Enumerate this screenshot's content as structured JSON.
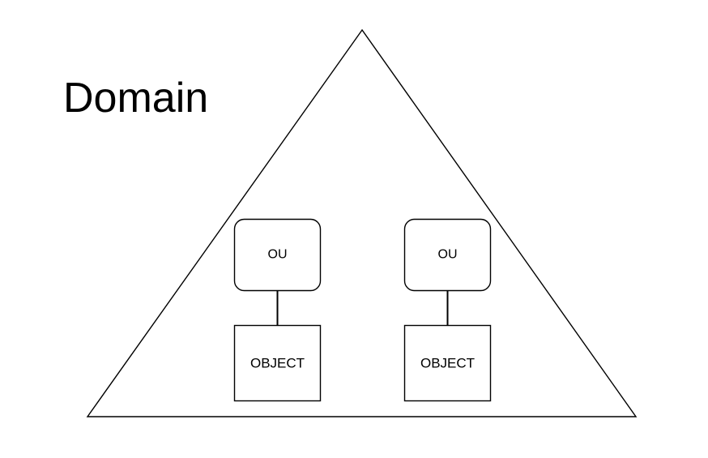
{
  "diagram": {
    "container": {
      "shape": "triangle",
      "label": "Domain"
    },
    "branches": [
      {
        "parent": {
          "label": "OU",
          "shape": "rounded-rect"
        },
        "child": {
          "label": "OBJECT",
          "shape": "rect"
        },
        "connector": "line"
      },
      {
        "parent": {
          "label": "OU",
          "shape": "rounded-rect"
        },
        "child": {
          "label": "OBJECT",
          "shape": "rect"
        },
        "connector": "line"
      }
    ],
    "colors": {
      "background": "#ffffff",
      "line": "#000000",
      "text": "#000000"
    }
  }
}
